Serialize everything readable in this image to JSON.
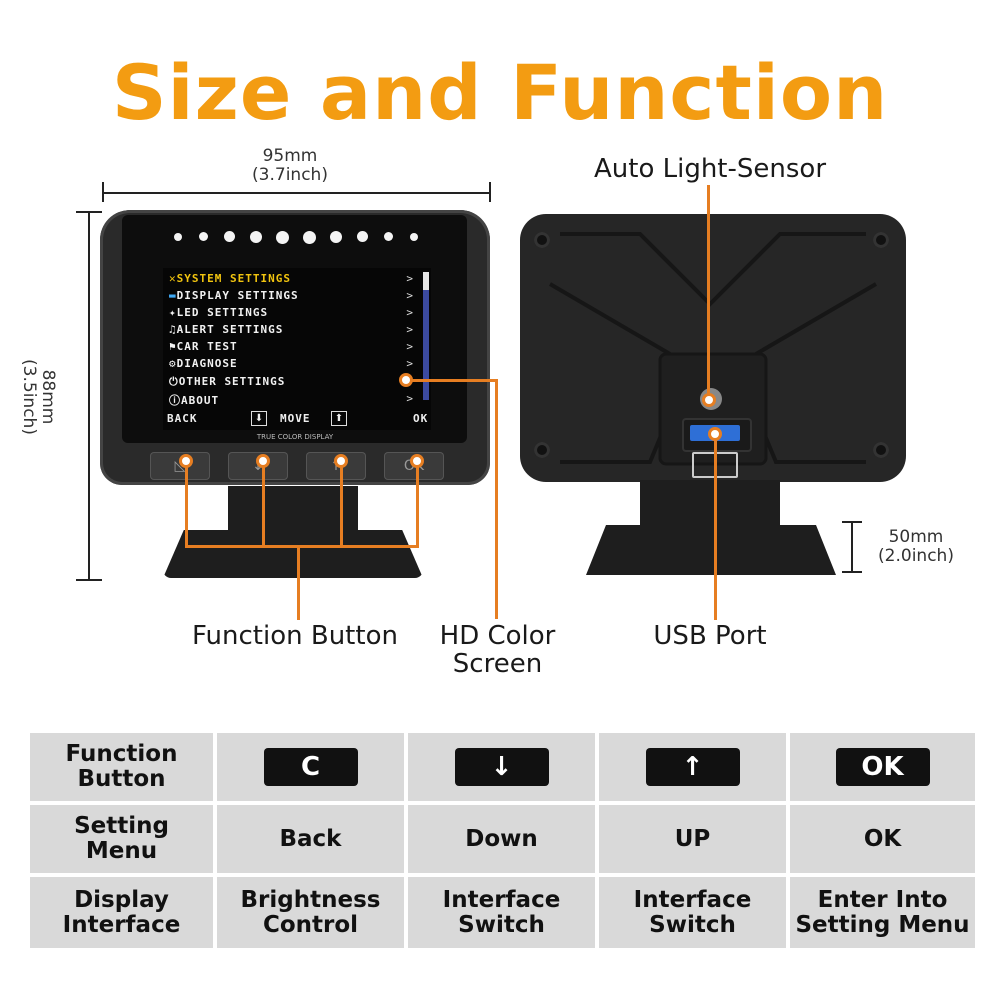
{
  "title": "Size and Function",
  "dimensions": {
    "width": "95mm",
    "width_in": "(3.7inch)",
    "height": "88mm",
    "height_in": "(3.5inch)",
    "stand": "50mm",
    "stand_in": "(2.0inch)"
  },
  "screen": {
    "menu": [
      {
        "icon": "wrench-icon",
        "label": "SYSTEM SETTINGS",
        "selected": true
      },
      {
        "icon": "monitor-icon",
        "label": "DISPLAY SETTINGS",
        "selected": false
      },
      {
        "icon": "bulb-icon",
        "label": "LED SETTINGS",
        "selected": false
      },
      {
        "icon": "alert-icon",
        "label": "ALERT SETTINGS",
        "selected": false
      },
      {
        "icon": "flag-icon",
        "label": "CAR TEST",
        "selected": false
      },
      {
        "icon": "engine-icon",
        "label": "DIAGNOSE",
        "selected": false
      },
      {
        "icon": "power-icon",
        "label": "OTHER SETTINGS",
        "selected": false
      },
      {
        "icon": "info-icon",
        "label": "ABOUT",
        "selected": false
      }
    ],
    "arrow": ">",
    "footer": {
      "back": "BACK",
      "move": "MOVE",
      "ok": "OK"
    },
    "caption": "TRUE COLOR DISPLAY"
  },
  "callouts": {
    "auto_light_sensor": "Auto Light-Sensor",
    "function_button": "Function Button",
    "hd_color_screen_1": "HD Color",
    "hd_color_screen_2": "Screen",
    "usb_port": "USB Port"
  },
  "table": {
    "row_headers": [
      [
        "Function",
        "Button"
      ],
      [
        "Setting",
        "Menu"
      ],
      [
        "Display",
        "Interface"
      ]
    ],
    "buttons": [
      "C",
      "↓",
      "↑",
      "OK"
    ],
    "setting_menu": [
      "Back",
      "Down",
      "UP",
      "OK"
    ],
    "display_interface": [
      [
        "Brightness",
        "Control"
      ],
      [
        "Interface",
        "Switch"
      ],
      [
        "Interface",
        "Switch"
      ],
      [
        "Enter Into",
        "Setting Menu"
      ]
    ]
  },
  "colors": {
    "accent": "#f39c12",
    "callout_line": "#e67e22",
    "table_cell": "#d9d9d9"
  }
}
